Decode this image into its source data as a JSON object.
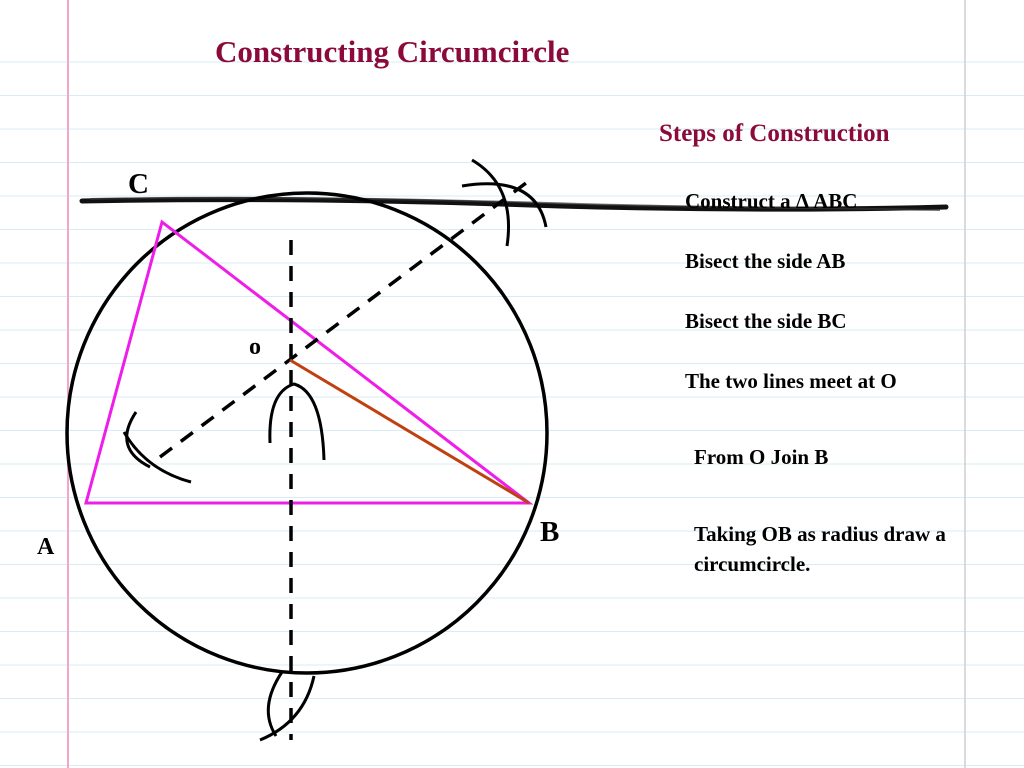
{
  "title": "Constructing Circumcircle",
  "steps_heading": "Steps of Construction",
  "steps": [
    "Construct a Δ ABC",
    "Bisect the side AB",
    "Bisect the side BC",
    "The two lines meet at O",
    "From O Join B",
    "Taking OB as radius draw a circumcircle."
  ],
  "points": {
    "A": "A",
    "B": "B",
    "C": "C",
    "O": "o"
  },
  "colors": {
    "title": "#8b0a3a",
    "triangle": "#ee1ee8",
    "radius": "#c0400f",
    "margin_line": "#f3a6c8",
    "ruled_line": "#d7ecf5"
  }
}
